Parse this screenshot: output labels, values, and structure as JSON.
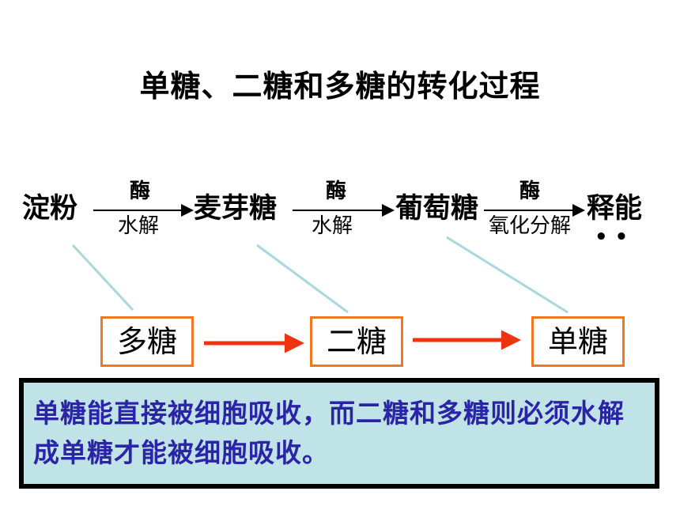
{
  "title": "单糖、二糖和多糖的转化过程",
  "reaction": {
    "starch": "淀粉",
    "maltose": "麦芽糖",
    "glucose": "葡萄糖",
    "product": "释能",
    "product_dots": "• •",
    "step1": {
      "top": "酶",
      "bottom": "水解"
    },
    "step2": {
      "top": "酶",
      "bottom": "水解"
    },
    "step3": {
      "top": "酶",
      "bottom": "氧化分解"
    }
  },
  "boxes": {
    "polysaccharide": "多糖",
    "disaccharide": "二糖",
    "monosaccharide": "单糖"
  },
  "note": "单糖能直接被细胞吸收，而二糖和多糖则必须水解成单糖才能被细胞吸收。",
  "colors": {
    "box_border": "#f07820",
    "arrow_red": "#ee3311",
    "connector": "#a8d8dc",
    "note_bg": "#bfe3e6",
    "note_text": "#2b23a8"
  }
}
